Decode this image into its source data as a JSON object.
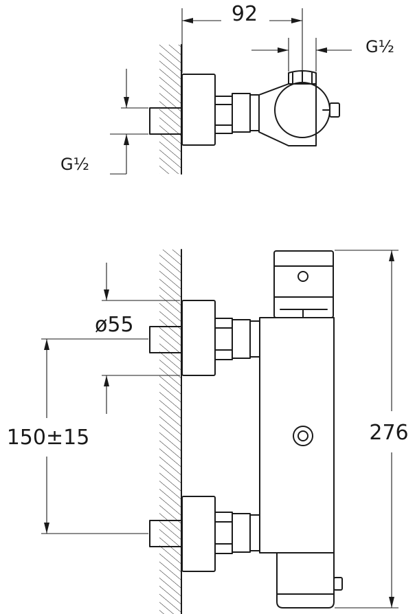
{
  "dimensions": {
    "top_width": "92",
    "top_thread_right": "G½",
    "top_thread_left": "G½",
    "pipe_diameter": "ø55",
    "center_distance": "150±15",
    "height": "276"
  }
}
